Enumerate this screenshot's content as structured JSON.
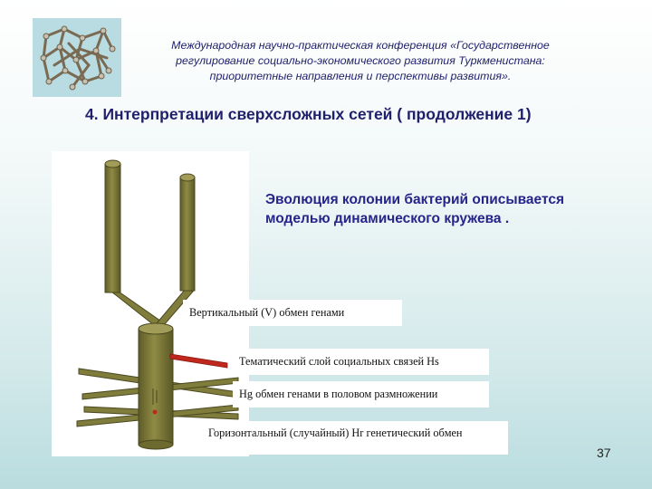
{
  "header": {
    "conference_text": "Международная научно-практическая конференция «Государственное регулирование социально-экономического развития Туркменистана: приоритетные направления и перспективы развития».",
    "logo_icon": "molecular-network-icon"
  },
  "slide": {
    "title": "4. Интерпретации сверхсложных сетей ( продолжение 1)",
    "description": "Эволюция колонии бактерий описывается моделью динамического кружева .",
    "page_number": "37"
  },
  "diagram": {
    "labels": {
      "vertical": "Вертикальный (V) обмен генами",
      "thematic": "Тематический слой социальных связей Hs",
      "hg": "Hg обмен генами  в половом размножении",
      "horizontal": "Горизонтальный (случайный) Hr генетический обмен"
    },
    "colors": {
      "rod_fill": "#7f7c3a",
      "rod_stroke": "#4a4820",
      "social_rod": "#c0281e"
    }
  }
}
